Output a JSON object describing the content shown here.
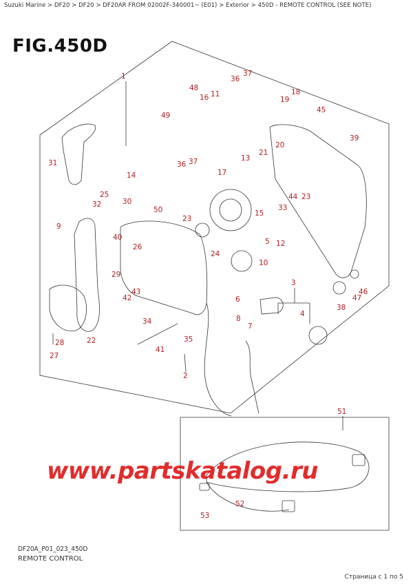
{
  "breadcrumb": "Suzuki Marine > DF20 > DF20 > DF20AR FROM 02002F-340001~ (E01) > Exterior > 450D - REMOTE CONTROL (SEE NOTE)",
  "figure_title": "FIG.450D",
  "footer": {
    "code": "DF20A_P01_023_450D",
    "name": "REMOTE CONTROL"
  },
  "pager": "Страница с 1 по 5",
  "watermark": "www.partskatalog.ru",
  "callouts": [
    "1",
    "2",
    "3",
    "4",
    "5",
    "6",
    "7",
    "8",
    "9",
    "10",
    "11",
    "12",
    "13",
    "14",
    "15",
    "16",
    "17",
    "18",
    "19",
    "20",
    "21",
    "22",
    "23",
    "23",
    "24",
    "25",
    "26",
    "27",
    "28",
    "29",
    "30",
    "31",
    "32",
    "33",
    "34",
    "35",
    "36",
    "36",
    "37",
    "37",
    "38",
    "39",
    "40",
    "41",
    "42",
    "43",
    "44",
    "45",
    "46",
    "47",
    "48",
    "49",
    "50",
    "51",
    "52",
    "53"
  ],
  "colors": {
    "callout": "#b01e23",
    "line": "#333333",
    "watermark": "#e01b1b"
  }
}
